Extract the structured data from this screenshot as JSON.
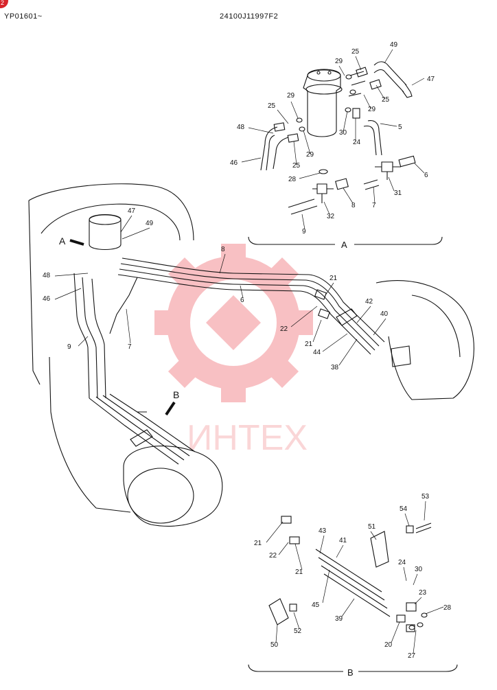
{
  "header": {
    "left": "YP01601~",
    "center": "24100J11997F2",
    "corner_badge": "2"
  },
  "watermark": {
    "text": "ИНТЕХ",
    "color": "#e8202a"
  },
  "view_labels": {
    "arrow_a": "A",
    "arrow_b": "B",
    "section_a": "A",
    "section_b": "B"
  },
  "callouts": {
    "detail_a": [
      "49",
      "25",
      "29",
      "47",
      "29",
      "25",
      "25",
      "29",
      "48",
      "30",
      "5",
      "24",
      "46",
      "25",
      "29",
      "28",
      "8",
      "6",
      "31",
      "7",
      "32",
      "9"
    ],
    "main": [
      "47",
      "49",
      "8",
      "48",
      "46",
      "9",
      "7",
      "6",
      "21",
      "22",
      "21",
      "42",
      "40",
      "44",
      "38"
    ],
    "detail_b": [
      "53",
      "54",
      "21",
      "51",
      "43",
      "41",
      "22",
      "21",
      "24",
      "30",
      "23",
      "45",
      "28",
      "39",
      "52",
      "20",
      "50",
      "27"
    ]
  }
}
